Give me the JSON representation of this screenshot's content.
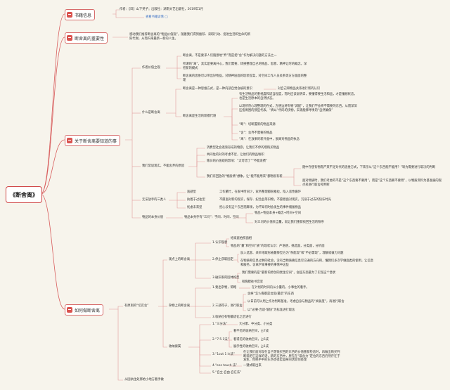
{
  "root": "《断舍离》",
  "l1": {
    "info": "书籍信息",
    "importance": "断舍离的重要性",
    "concepts": "关于断舍离要知道的事",
    "how": "如何做断舍离"
  },
  "info": {
    "author": "作者：【日】山下英子；出版社：湖南文艺出版社，2019年1月",
    "notes": "查看书籍详情 ◯"
  },
  "importance": {
    "text": "感动我们推荐断舍离的“物品价值观”，随着我们得到推荐、采取行动、促进生活和生命的新陈代谢，从而归来最新一新的人生。"
  },
  "concepts": {
    "c1": "作者价值立观",
    "c1_items": [
      "断舍离，不是要求人们随意地“弃”而是把“舍”作为解决问题的方法之一",
      "所谓的“离”，其实是要离开心，我们需要，转换整理自己的物品、思想、精神让时的概念，深挖新的模式",
      "断舍离的思维可以带出好物品，对精神层面的现状答案，对空间工作人员关系等方方面面的整理"
    ],
    "c2": "什么是断舍离",
    "c2_a": "断舍离是一种思维方式，是一种内部自觉会被的意识",
    "c2_a_note": "对自己和物品关系进行新的认识",
    "c2_b": "断舍离是生活的新模代谢",
    "c2_b_items": [
      "有生活物品的重视度和适当程度，而时应该说明白，要懂得要生活和品，才是懂想状态，也是生活原本的自然状态。",
      "以现所然心理整理的存式，方便边将有物“减配”，让我们学会将不需要的东西，从而深深压指周围的那些代表，“真以”代码的快物，实现能够呼唤的“自然确保”",
      "“断”：切断置新的物品来源",
      "“舍”：舍弃不需要的物品",
      "“离”：在放果的新外面中，脱离对物品的执念"
    ],
    "c3": "我们常说现实，不能舍弃的原因",
    "c3_items": [
      "消费型社会逐渐形成的物欲，让我们不停的增购买物品",
      "共同住的对的考虑不足，让他们的物品堆积",
      "陈旧的价值观的影响：“太可惜了”“不能浪费”",
      "我们有回放的“物质情”想象，让“能不能用来”都物很有新"
    ],
    "c3_right": [
      "随中存使有物而产某不足对代的思维方式，下来示从“这个东西能不能用？”转为需要进行取决的判断",
      "面对物质时，我们考虑的不是“这个东西要不要用”，而是“这个东西要不要用”，以物质资料为基准展的观点来进行取舍和判断"
    ],
    "c4": "无法放手的三类人",
    "c4_items": [
      {
        "type": "逃避型",
        "desc": "工作繁忙，在家中时间少，家务整理都很推拉，陷入恶性循环"
      },
      {
        "type": "执着于过往型",
        "desc": "不愿面对新的现实，保存、纪念品等旧物，不愿意面对现实，沉溺于过去的快乐时光"
      },
      {
        "type": "忧虑未来型",
        "desc": "担心没有这个东西而麻烦，为不知何时会发生的事件储备物品"
      }
    ],
    "c5": "物品的本身价值",
    "c5_label": "物品本身存有“三问”：字间、时间、空间",
    "c5_items": [
      "物品+物品本身+概念+时间+空间",
      "对三问的价值去当量，就让我们重新找回生活的秩序"
    ]
  },
  "how": {
    "h1": "有原则的“切实舍”",
    "h2": "从固执住处那始小地方着手做",
    "g1": "观点上的断舍离",
    "g1_items": [
      {
        "label": "1.认识现状",
        "subs": [
          "给家庭拍照面相",
          "物品的“量”和空间“质”的现状认识：产语感，挑选面，分类面，分析面"
        ]
      },
      {
        "label": "2.停止获取固定",
        "subs": [
          "加入选客、采举地取形被最够型方为“杂能现”和“不必需现”，理解或做力问题",
          "在物质和信息过剩的社会，没有当物质确信息空交通的方向和，懂我们多次学做面类的使用，让信息和服务，舍离学家事要的事情中这些"
        ]
      },
      {
        "label": "3.破旧家的固体构型",
        "subs": [
          "我们需要的是“最新的原创的衰生空间”，会超东西最为了实现这个意状",
          "和胸膛往书宫室"
        ]
      }
    ],
    "g2": "杂物上的断舍离",
    "g2_items": [
      {
        "label": "1.要出杂物，筒略",
        "subs": [
          "在计划的时间内从小量的，小事住的着手。"
        ]
      },
      {
        "label": "2.三部得子，进行取舍",
        "subs": [
          "舍掉“怎么看都是垃圾/最后”的东西",
          "以日前可以用上作为判断基准，考虑自身与物品的“关联度”，再进行取舍",
          "以“必要·合适·愉快”为标准进行取舍"
        ]
      },
      {
        "label": "3.收纳也有物最适化之后进行",
        "subs": []
      }
    ],
    "g3": "收纳揉属",
    "g3_items": [
      {
        "label": "1.“三分法”",
        "subs": [
          "大分累、中分类、小分类"
        ]
      },
      {
        "label": "2.“7·5·1法”",
        "subs": [
          "看不见的收纳空间，占7成",
          "看得见的收纳空间，占5成",
          "展示性的收纳空间，占1成"
        ]
      },
      {
        "label": "3.“1out 1 in法”",
        "subs": [
          "在让我们面对现在自己花钱买回的东西的价值重新检验时，再做出购买判断或把它这样的话，新的东西中，原先在“取舍力”定位的东西仍然存在于发生，你把手中的东西也得卖些掉的话如何处理"
        ]
      },
      {
        "label": "4.“one touch 法”",
        "subs": [
          "一键式取出来"
        ]
      },
      {
        "label": "5.“自立·自由·自在法”",
        "subs": []
      }
    ]
  }
}
